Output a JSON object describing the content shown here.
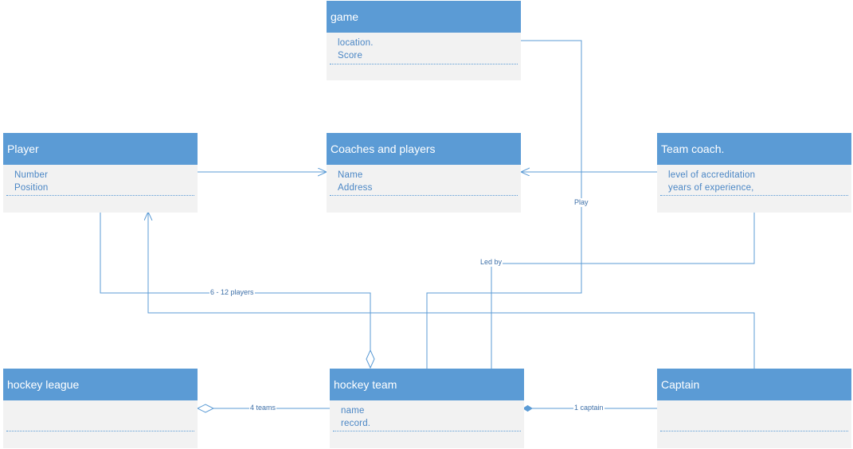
{
  "classes": {
    "game": {
      "title": "game",
      "attributes": [
        "location.",
        "Score"
      ]
    },
    "coaches_players": {
      "title": "Coaches and players",
      "attributes": [
        "Name",
        "Address"
      ]
    },
    "player": {
      "title": "Player",
      "attributes": [
        "Number",
        "Position"
      ]
    },
    "team_coach": {
      "title": "Team coach.",
      "attributes": [
        "level of accreditation",
        "years of experience,"
      ]
    },
    "hockey_league": {
      "title": "hockey league",
      "attributes": []
    },
    "hockey_team": {
      "title": "hockey team",
      "attributes": [
        "name",
        "record."
      ]
    },
    "captain": {
      "title": "Captain",
      "attributes": []
    }
  },
  "labels": {
    "play": "Play",
    "led_by": "Led by",
    "players_count": "6 - 12 players",
    "teams_count": "4 teams",
    "captain_count": "1 captain"
  },
  "colors": {
    "header": "#5b9bd5",
    "body": "#f2f2f2",
    "line": "#5b9bd5",
    "text": "#4a86c5"
  }
}
